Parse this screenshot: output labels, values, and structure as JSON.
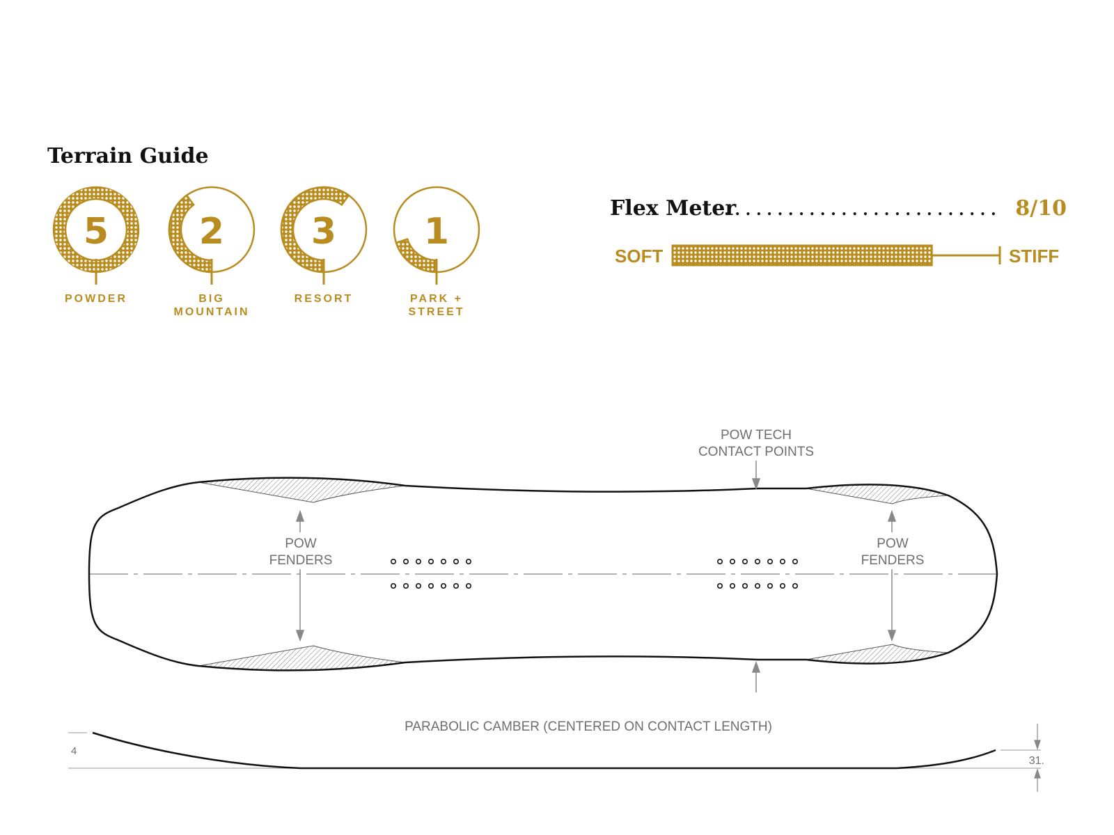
{
  "colors": {
    "gold": "#b88c1f",
    "ink": "#111111",
    "note": "#6e6e6e"
  },
  "terrain": {
    "title": "Terrain Guide",
    "items": [
      {
        "value": 5,
        "label1": "POWDER",
        "label2": ""
      },
      {
        "value": 2,
        "label1": "BIG",
        "label2": "MOUNTAIN"
      },
      {
        "value": 3,
        "label1": "RESORT",
        "label2": ""
      },
      {
        "value": 1,
        "label1": "PARK +",
        "label2": "STREET"
      }
    ]
  },
  "flex": {
    "title": "Flex Meter",
    "dots": ". . . . . . . . . . . . . . . . . . . . . . . . . .",
    "value_text": "8/10",
    "value": 8,
    "max": 10,
    "soft_label": "SOFT",
    "stiff_label": "STIFF"
  },
  "board": {
    "contact_label_1": "POW TECH",
    "contact_label_2": "CONTACT POINTS",
    "fender_left_1": "POW",
    "fender_left_2": "FENDERS",
    "fender_right_1": "POW",
    "fender_right_2": "FENDERS",
    "camber_label": "PARABOLIC CAMBER (CENTERED ON CONTACT LENGTH)",
    "dim_left": "4",
    "dim_right": "31."
  }
}
